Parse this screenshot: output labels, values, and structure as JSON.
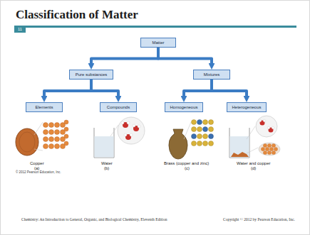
{
  "diagram": {
    "title": "Classification of Matter",
    "nodes": [
      {
        "text": [
          "Matter"
        ]
      },
      {
        "text": [
          "Pure substances"
        ]
      },
      {
        "text": [
          "Mixtures"
        ]
      },
      {
        "text": [
          "Elements"
        ]
      },
      {
        "text": [
          "Compounds"
        ]
      },
      {
        "text": [
          "Homogeneous"
        ]
      },
      {
        "text": [
          "Heterogeneous"
        ]
      }
    ],
    "edges": [
      {
        "from": 0,
        "to": 1,
        "arrow": "to"
      },
      {
        "from": 0,
        "to": 2,
        "arrow": "to"
      },
      {
        "from": 1,
        "to": 3,
        "arrow": "to"
      },
      {
        "from": 1,
        "to": 4,
        "arrow": "to"
      },
      {
        "from": 2,
        "to": 5,
        "arrow": "to"
      },
      {
        "from": 2,
        "to": 6,
        "arrow": "to"
      }
    ],
    "labels": [
      "11",
      "Copper",
      "(a)",
      "Water",
      "(b)",
      "Brass (copper and zinc)",
      "(c)",
      "Water and copper",
      "(d)",
      "© 2012 Pearson Education, Inc.",
      "Chemistry: An Introduction to General, Organic, and Biological Chemistry, Eleventh Edition",
      "Copyright © 2012 by Pearson Education, Inc."
    ]
  }
}
